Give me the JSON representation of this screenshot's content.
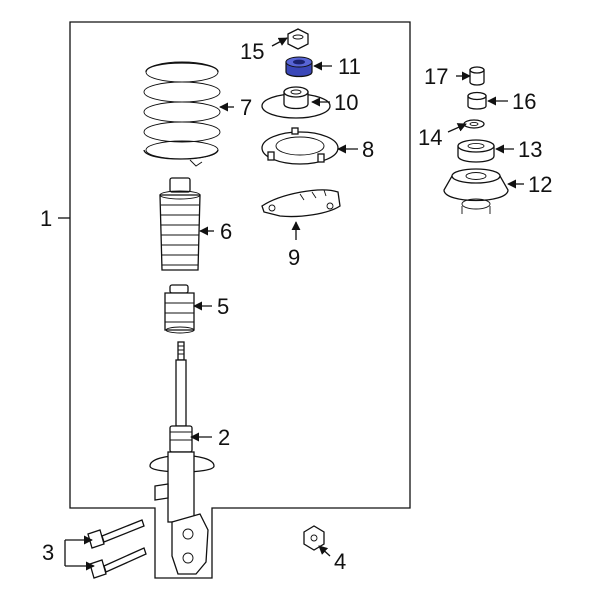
{
  "callouts": [
    "1",
    "2",
    "3",
    "4",
    "5",
    "6",
    "7",
    "8",
    "9",
    "10",
    "11",
    "12",
    "13",
    "14",
    "15",
    "16",
    "17"
  ],
  "colors": {
    "highlight": "#3a47b8",
    "line": "#111111",
    "background": "#ffffff"
  },
  "highlighted_part": "11"
}
